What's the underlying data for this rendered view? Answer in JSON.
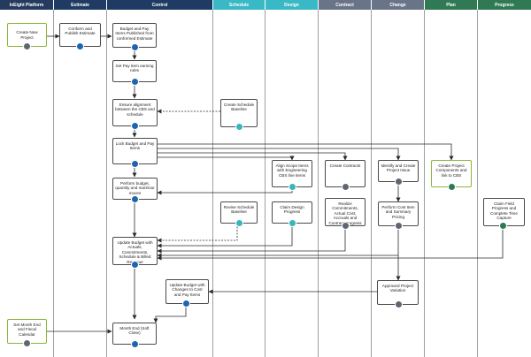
{
  "colors": {
    "lane_intelligent": "#243a5e",
    "lane_estimate": "#1f3b64",
    "lane_control": "#1f3b64",
    "lane_schedule": "#39b8c5",
    "lane_design": "#39b8c5",
    "lane_contract": "#6a7489",
    "lane_change": "#6a7489",
    "lane_plan": "#2f7a55",
    "lane_progress": "#2f7a55",
    "badge_blue": "#1f64b0",
    "badge_teal": "#36b6bd",
    "badge_gray": "#5f6673",
    "badge_green": "#2f7a55",
    "line": "#2b2b2b"
  },
  "lanes": [
    {
      "id": "platform",
      "label": "InEight Platform"
    },
    {
      "id": "estimate",
      "label": "Estimate"
    },
    {
      "id": "control",
      "label": "Control"
    },
    {
      "id": "schedule",
      "label": "Schedule"
    },
    {
      "id": "design",
      "label": "Design"
    },
    {
      "id": "contract",
      "label": "Contract"
    },
    {
      "id": "change",
      "label": "Change"
    },
    {
      "id": "plan",
      "label": "Plan"
    },
    {
      "id": "progress",
      "label": "Progress"
    }
  ],
  "nodes": [
    {
      "id": "create-new-project",
      "label": "Create New Project",
      "badge": "gray-icon"
    },
    {
      "id": "conform-publish-estimate",
      "label": "Conform and Publish Estimate",
      "badge": "blue-icon"
    },
    {
      "id": "budget-pay-items",
      "label": "Budget and Pay Items Published from conformed Estimate",
      "badge": "blue-icon"
    },
    {
      "id": "set-pay-item-rules",
      "label": "Set Pay Item earning rules",
      "badge": "blue-icon"
    },
    {
      "id": "ensure-alignment",
      "label": "Ensure alignment between the CBS and schedule",
      "badge": "blue-icon"
    },
    {
      "id": "create-schedule-baseline",
      "label": "Create Schedule Baseline",
      "badge": "teal-icon"
    },
    {
      "id": "lock-budget",
      "label": "Lock Budget and Pay Items",
      "badge": "blue-icon"
    },
    {
      "id": "align-scope-items",
      "label": "Align Scope Items with Engineering CBS line items",
      "badge": "teal-icon"
    },
    {
      "id": "create-contracts",
      "label": "Create Contracts",
      "badge": "gray-icon"
    },
    {
      "id": "identify-create-issue",
      "label": "Identify and Create Project Issue",
      "badge": "gray-icon"
    },
    {
      "id": "create-project-components",
      "label": "Create Project Components and link to CBS",
      "badge": "green-icon"
    },
    {
      "id": "perform-budget-quantity",
      "label": "Perform budget, quantity and manhour moves",
      "badge": "blue-icon"
    },
    {
      "id": "revise-schedule-baseline",
      "label": "Revise Schedule Baseline",
      "badge": "teal-icon"
    },
    {
      "id": "claim-design-progress",
      "label": "Claim Design Progress",
      "badge": "teal-icon"
    },
    {
      "id": "realize-commitments",
      "label": "Realize Commitments, Actual Cost, Accruals and Contract Progress",
      "badge": "gray-icon"
    },
    {
      "id": "perform-cost-item-pricing",
      "label": "Perform Cost Item and Summary Pricing",
      "badge": "gray-icon"
    },
    {
      "id": "claim-field-progress",
      "label": "Claim Field Progress and Complete Time Capture",
      "badge": "green-icon"
    },
    {
      "id": "update-budget-actuals",
      "label": "Update Budget with Actuals, Commitments, Schedule & Billed Revenue",
      "badge": "blue-icon"
    },
    {
      "id": "update-budget-changes",
      "label": "Update Budget with Changes to Cost and Pay Items",
      "badge": "blue-icon"
    },
    {
      "id": "approved-project-variation",
      "label": "Approved Project Variation",
      "badge": "gray-icon"
    },
    {
      "id": "set-month-end",
      "label": "Set Month End and Fiscal Calendar",
      "badge": "gray-icon"
    },
    {
      "id": "month-end",
      "label": "Month End (Soft Close)",
      "badge": "blue-icon"
    }
  ]
}
